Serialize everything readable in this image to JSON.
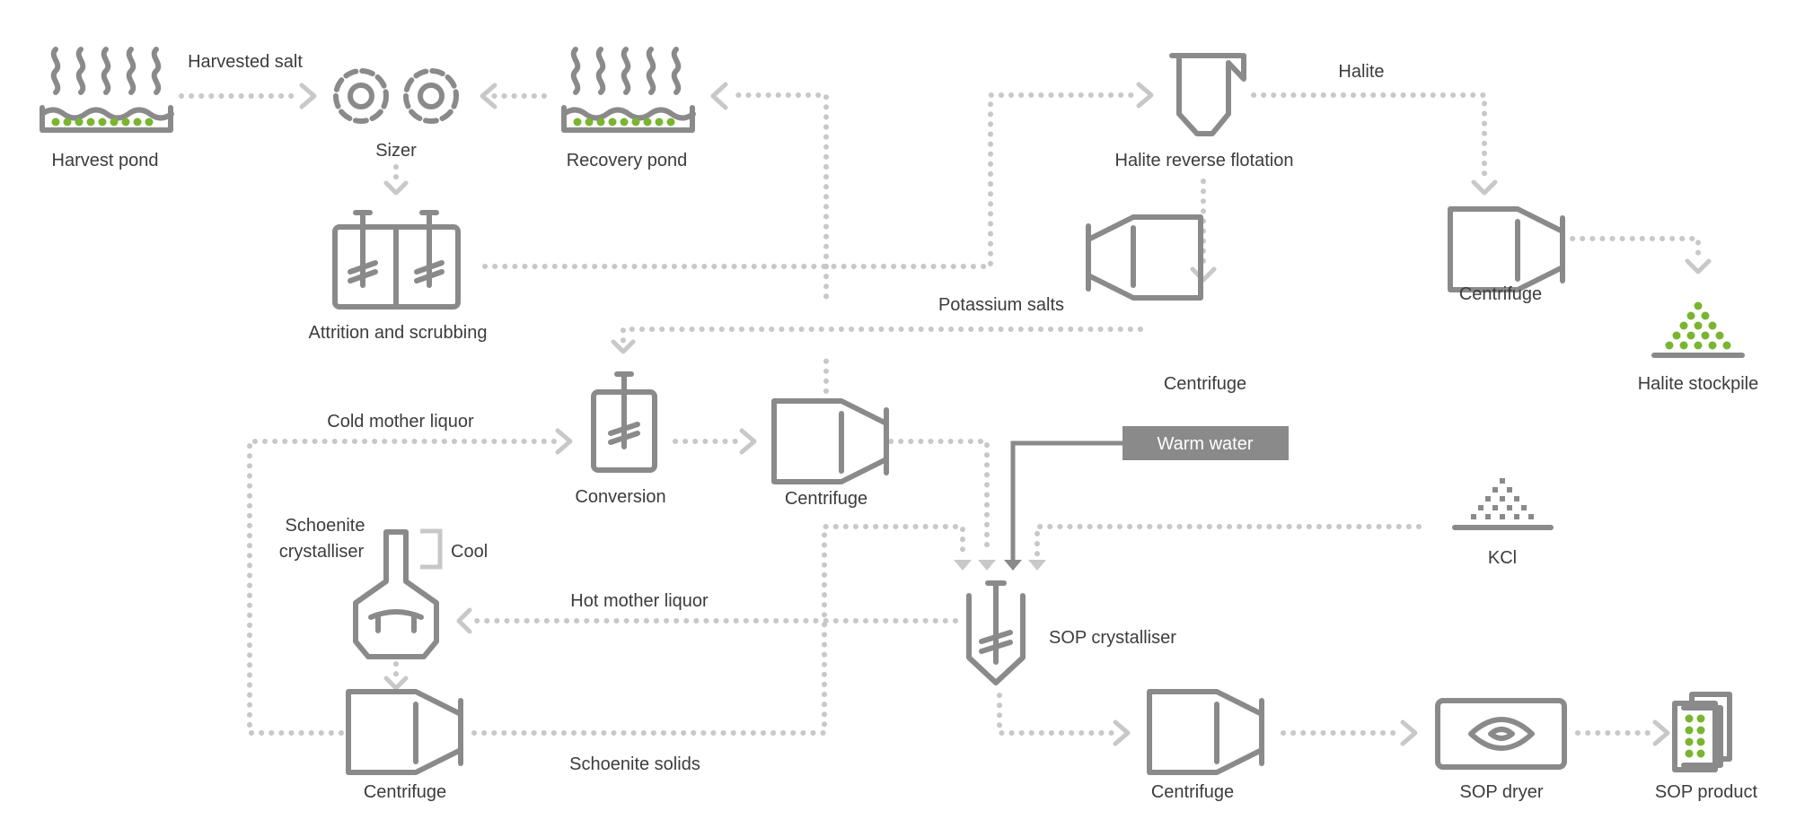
{
  "labels": {
    "harvest_pond": "Harvest pond",
    "harvested_salt": "Harvested salt",
    "sizer": "Sizer",
    "recovery_pond": "Recovery pond",
    "attrition": "Attrition and scrubbing",
    "halite_flotation": "Halite reverse flotation",
    "halite": "Halite",
    "centrifuge_halite": "Centrifuge",
    "halite_stockpile": "Halite stockpile",
    "potassium_salts": "Potassium salts",
    "centrifuge_potassium": "Centrifuge",
    "cold_mother_liquor": "Cold mother liquor",
    "conversion": "Conversion",
    "centrifuge_conversion": "Centrifuge",
    "warm_water": "Warm water",
    "schoenite_crystalliser_line1": "Schoenite",
    "schoenite_crystalliser_line2": "crystalliser",
    "cool": "Cool",
    "kcl": "KCl",
    "hot_mother_liquor": "Hot mother liquor",
    "sop_crystalliser": "SOP crystalliser",
    "centrifuge_schoenite": "Centrifuge",
    "schoenite_solids": "Schoenite solids",
    "centrifuge_sop": "Centrifuge",
    "sop_dryer": "SOP dryer",
    "sop_product": "SOP product"
  },
  "colors": {
    "equipment": "#8a8a8a",
    "flow": "#c8c8c8",
    "product": "#79b530",
    "text": "#3c3c3c"
  }
}
